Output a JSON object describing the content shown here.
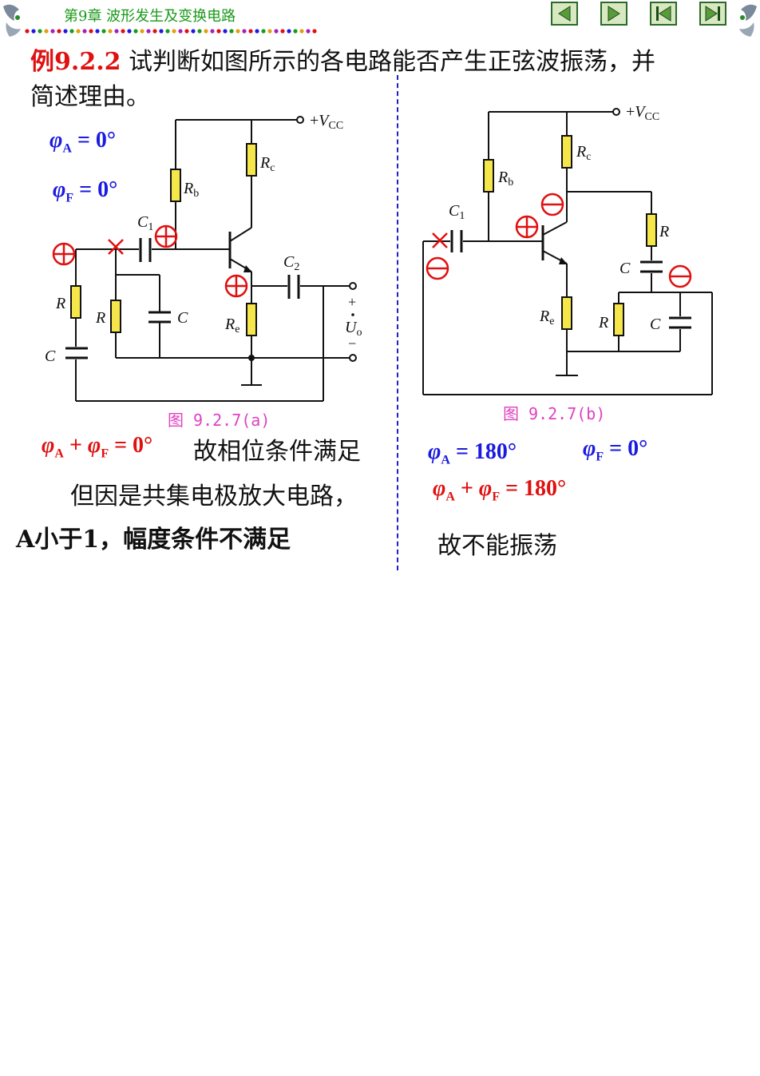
{
  "header": {
    "chapter_title": "第9章  波形发生及变换电路",
    "nav": [
      "prev-page",
      "next-page",
      "first-page",
      "last-page"
    ]
  },
  "question": {
    "number": "例9.2.2",
    "text_line1": "试判断如图所示的各电路能否产生正弦波振荡，并",
    "text_line2": "简述理由。"
  },
  "left": {
    "phi_a": {
      "sym": "φ",
      "sub": "A",
      "rest": " = 0°"
    },
    "phi_f": {
      "sym": "φ",
      "sub": "F",
      "rest": " = 0°"
    },
    "caption": "图  9.2.7(a)",
    "sum": {
      "a": "φ",
      "a_sub": "A",
      "plus": " + ",
      "f": "φ",
      "f_sub": "F",
      "rest": " = 0°"
    },
    "conclusion1": "故相位条件满足",
    "conclusion2": "但因是共集电极放大电路，",
    "conclusion3": "A小于1，幅度条件不满足",
    "labels": {
      "vcc_plus": "+",
      "vcc_v": "V",
      "vcc_sub": "CC",
      "rc": "R",
      "rc_sub": "c",
      "rb": "R",
      "rb_sub": "b",
      "c1": "C",
      "c1_sub": "1",
      "c2": "C",
      "c2_sub": "2",
      "re": "R",
      "re_sub": "e",
      "r": "R",
      "c": "C",
      "out_plus": "+",
      "out_u": "U",
      "out_sub": "o",
      "out_minus": "−"
    }
  },
  "right": {
    "phi_a": {
      "sym": "φ",
      "sub": "A",
      "rest": " = 180°"
    },
    "phi_f": {
      "sym": "φ",
      "sub": "F",
      "rest": " = 0°"
    },
    "caption": "图  9.2.7(b)",
    "sum": {
      "a": "φ",
      "a_sub": "A",
      "plus": " + ",
      "f": "φ",
      "f_sub": "F",
      "rest": " = 180°"
    },
    "conclusion": "故不能振荡",
    "labels": {
      "vcc_plus": "+",
      "vcc_v": "V",
      "vcc_sub": "CC",
      "rc": "R",
      "rc_sub": "c",
      "rb": "R",
      "rb_sub": "b",
      "c1": "C",
      "c1_sub": "1",
      "re": "R",
      "re_sub": "e",
      "r": "R",
      "c": "C"
    }
  },
  "colors": {
    "chapter": "#1a9a1a",
    "accent_red": "#e01010",
    "accent_blue": "#1a1ae0",
    "caption": "#e040c0",
    "resistor_fill": "#f5e64a",
    "divider": "#2020c8"
  }
}
